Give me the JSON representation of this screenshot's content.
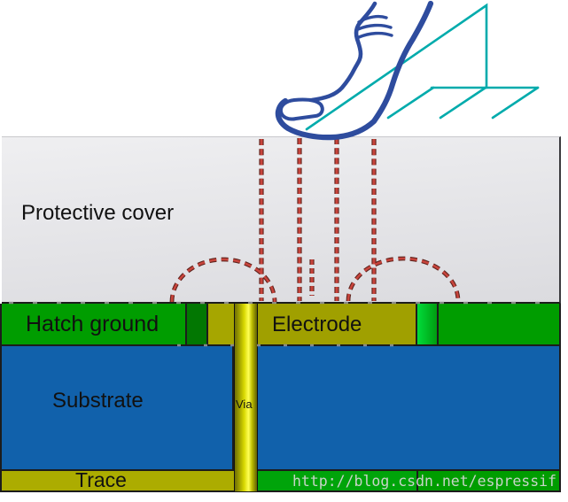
{
  "diagram": {
    "type": "capacitive-touch-sensor-cross-section",
    "labels": {
      "protective_cover": "Protective cover",
      "hatch_ground": "Hatch ground",
      "electrode": "Electrode",
      "substrate": "Substrate",
      "via": "Via",
      "trace": "Trace"
    },
    "watermark": "http://blog.csdn.net/espressif",
    "icons": {
      "finger": "finger-icon",
      "ground": "earth-ground-icon",
      "field": "electric-field-line-icon"
    }
  },
  "colors": {
    "green": "#009D00",
    "dark-green": "#027702",
    "olive": "#A6A600",
    "electrode": "#A0A000",
    "blue": "#1161AB",
    "trace": "#ACAC00",
    "bright-green-1": "#00DC3A",
    "bright-green-2": "#009D10",
    "bottom-green-a": "#00A40A",
    "bottom-green-b": "#009D00",
    "via-dark": "#6F6F04",
    "via-mid": "#D8D800",
    "via-bright": "#FFFF55",
    "cover-top": "#EFEFF1",
    "cover-bottom": "#DBDBDF",
    "border-dark": "#1C1C1C",
    "field-red": "#C8443C",
    "field-red-dark": "#5E231D",
    "teal": "#00ABAC",
    "finger-blue": "#2E4C9E",
    "surface-tick": "#9B9B9B",
    "watermark": "#D9D9D9",
    "label": "#111111"
  }
}
